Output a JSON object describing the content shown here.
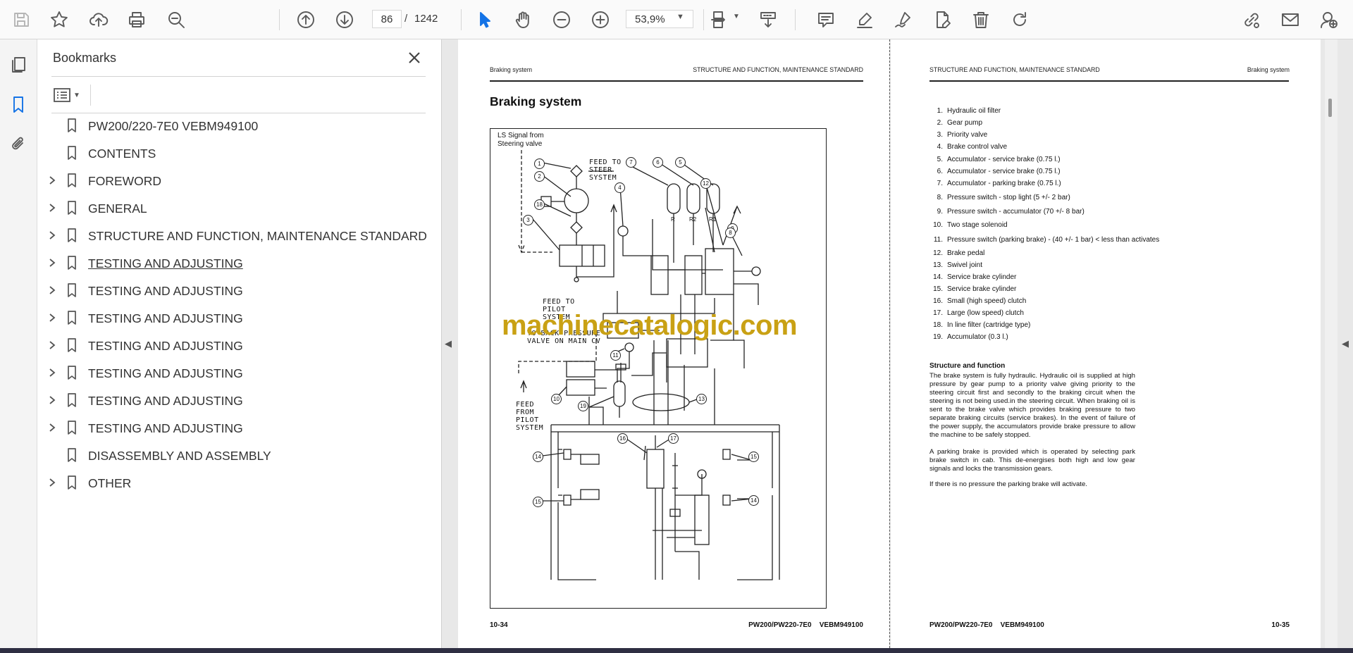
{
  "toolbar": {
    "page_current": "86",
    "page_separator": "/",
    "page_total": "1242",
    "zoom": "53,9%"
  },
  "bookmarks": {
    "title": "Bookmarks",
    "items": [
      {
        "label": "PW200/220-7E0 VEBM949100",
        "expandable": false
      },
      {
        "label": "CONTENTS",
        "expandable": false
      },
      {
        "label": "FOREWORD",
        "expandable": true
      },
      {
        "label": "GENERAL",
        "expandable": true
      },
      {
        "label": "STRUCTURE AND FUNCTION, MAINTENANCE STANDARD",
        "expandable": true
      },
      {
        "label": "TESTING AND ADJUSTING",
        "expandable": true,
        "hovered": true
      },
      {
        "label": "TESTING AND ADJUSTING",
        "expandable": true
      },
      {
        "label": "TESTING AND ADJUSTING",
        "expandable": true
      },
      {
        "label": "TESTING AND ADJUSTING",
        "expandable": true
      },
      {
        "label": "TESTING AND ADJUSTING",
        "expandable": true
      },
      {
        "label": "TESTING AND ADJUSTING",
        "expandable": true
      },
      {
        "label": "TESTING AND ADJUSTING",
        "expandable": true
      },
      {
        "label": "DISASSEMBLY AND ASSEMBLY",
        "expandable": false
      },
      {
        "label": "OTHER",
        "expandable": true
      }
    ]
  },
  "left_page": {
    "header_left": "Braking system",
    "header_right": "STRUCTURE AND FUNCTION, MAINTENANCE STANDARD",
    "title": "Braking system",
    "footer_left": "10-34",
    "footer_right": "PW200/PW220-7E0    VEBM949100",
    "diagram": {
      "ls_signal": "LS Signal from",
      "ls_signal_2": "Steering valve",
      "feed_steer": "FEED TO",
      "feed_steer_2": "STEER",
      "feed_steer_3": "SYSTEM",
      "feed_pilot_top": "FEED TO",
      "feed_pilot_top_2": "PILOT",
      "feed_pilot_top_3": "SYSTEM",
      "to_back": "TO BACK PRESSURE",
      "to_back_2": "VALVE ON MAIN CV",
      "feed_from": "FEED",
      "feed_from_2": "FROM",
      "feed_from_3": "PILOT",
      "feed_from_4": "SYSTEM",
      "accumulators": [
        "R",
        "R2",
        "R1"
      ],
      "callouts": [
        "1",
        "2",
        "18",
        "3",
        "7",
        "6",
        "5",
        "12",
        "4",
        "9",
        "8",
        "11",
        "10",
        "19",
        "13",
        "16",
        "17",
        "14",
        "15",
        "15",
        "14"
      ]
    }
  },
  "watermark": "machinecatalogic.com",
  "right_page": {
    "header_left": "STRUCTURE AND FUNCTION, MAINTENANCE STANDARD",
    "header_right": "Braking system",
    "parts": [
      {
        "n": "1.",
        "t": "Hydraulic oil filter"
      },
      {
        "n": "2.",
        "t": "Gear pump"
      },
      {
        "n": "3.",
        "t": "Priority valve"
      },
      {
        "n": "4.",
        "t": "Brake control valve"
      },
      {
        "n": "5.",
        "t": "Accumulator - service brake (0.75 l.)"
      },
      {
        "n": "6.",
        "t": "Accumulator - service brake (0.75 l.)"
      },
      {
        "n": "7.",
        "t": "Accumulator - parking brake (0.75 l.)"
      },
      {
        "n": "8.",
        "t": "Pressure switch - stop light (5 +/- 2 bar)"
      },
      {
        "n": "9.",
        "t": "Pressure switch - accumulator (70 +/- 8 bar)"
      },
      {
        "n": "10.",
        "t": "Two stage solenoid"
      },
      {
        "n": "11.",
        "t": "Pressure switch (parking brake) - (40 +/- 1 bar) < less than activates"
      },
      {
        "n": "12.",
        "t": "Brake pedal"
      },
      {
        "n": "13.",
        "t": "Swivel joint"
      },
      {
        "n": "14.",
        "t": "Service brake cylinder"
      },
      {
        "n": "15.",
        "t": "Service brake cylinder"
      },
      {
        "n": "16.",
        "t": "Small (high speed) clutch"
      },
      {
        "n": "17.",
        "t": "Large (low speed) clutch"
      },
      {
        "n": "18.",
        "t": "In line filter (cartridge type)"
      },
      {
        "n": "19.",
        "t": "Accumulator (0.3 l.)"
      }
    ],
    "section_title": "Structure and function",
    "paragraph_1": "The brake system is fully hydraulic. Hydraulic oil is supplied at high pressure by gear pump to a priority valve giving priority to the steering circuit first and secondly to the braking circuit when the steering is not being used.in the steering circuit. When braking oil is sent to the brake valve which provides braking pressure to two separate braking circuits (service brakes). In the event of failure of the power supply, the accumulators provide brake pressure to allow the machine to be safely stopped.",
    "paragraph_2": "A parking brake is provided which is operated by selecting park brake switch in cab. This de-energises both high and low gear signals and locks the transmission gears.",
    "paragraph_3": "If there is no pressure the parking brake will activate.",
    "footer_left": "PW200/PW220-7E0    VEBM949100",
    "footer_right": "10-35"
  },
  "icons": {
    "accent": "#1473e6",
    "watermark_color": "#c9a114"
  }
}
